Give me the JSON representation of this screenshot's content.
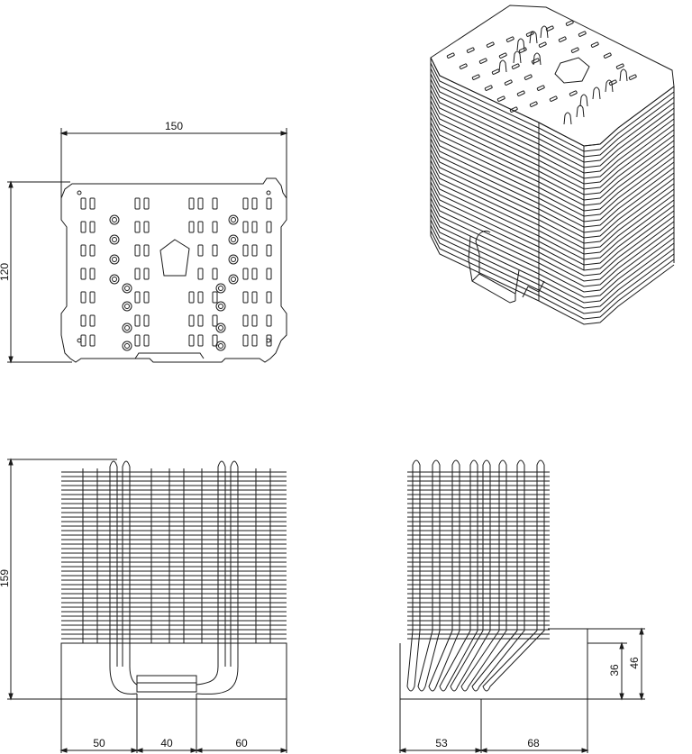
{
  "dimensions": {
    "top_width": "150",
    "top_height": "120",
    "front_height": "159",
    "front_left_offset": "50",
    "front_base_width": "40",
    "front_right_offset": "60",
    "side_left_offset": "53",
    "side_right_offset": "68",
    "side_base_height_inner": "36",
    "side_base_height_outer": "46"
  },
  "colors": {
    "line": "#1a1a1a",
    "background": "#ffffff"
  }
}
